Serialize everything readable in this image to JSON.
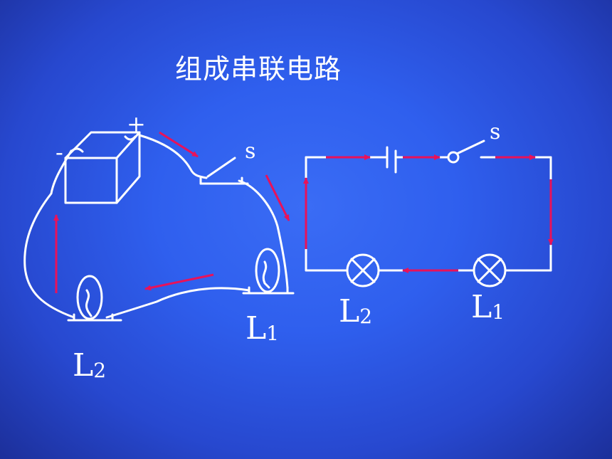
{
  "title": "组成串联电路",
  "sketch": {
    "plus_label": "+",
    "minus_label": "-",
    "switch_label": "s",
    "lamp1_letter": "L",
    "lamp1_sub": "1",
    "lamp2_letter": "L",
    "lamp2_sub": "2"
  },
  "schematic": {
    "switch_label": "s",
    "lamp1_letter": "L",
    "lamp1_sub": "1",
    "lamp2_letter": "L",
    "lamp2_sub": "2"
  },
  "colors": {
    "wire": "#ffffff",
    "current_arrow": "#e8125a"
  }
}
